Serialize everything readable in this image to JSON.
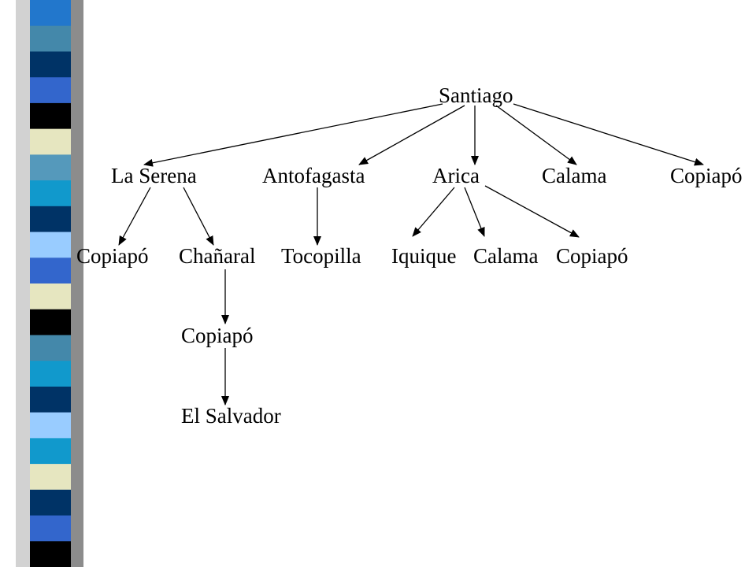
{
  "colors": {
    "text": "#000000",
    "edge": "#000000",
    "band_stripes": [
      "#2277cc",
      "#4488aa",
      "#003366",
      "#3366cc",
      "#000000",
      "#e6e6c0",
      "#5599bb",
      "#1199cc",
      "#003366",
      "#99ccff",
      "#3366cc",
      "#e6e6c0",
      "#000000",
      "#4488aa",
      "#1199cc",
      "#003366",
      "#99ccff",
      "#1199cc",
      "#e6e6c0",
      "#003366",
      "#3366cc",
      "#000000"
    ]
  },
  "diagram": {
    "nodes": [
      {
        "id": "santiago",
        "label": "Santiago"
      },
      {
        "id": "la-serena",
        "label": "La Serena"
      },
      {
        "id": "antofagasta",
        "label": "Antofagasta"
      },
      {
        "id": "arica",
        "label": "Arica"
      },
      {
        "id": "calama-1",
        "label": "Calama"
      },
      {
        "id": "copiapo-1",
        "label": "Copiapó"
      },
      {
        "id": "copiapo-2",
        "label": "Copiapó"
      },
      {
        "id": "chanaral",
        "label": "Chañaral"
      },
      {
        "id": "tocopilla",
        "label": "Tocopilla"
      },
      {
        "id": "iquique",
        "label": "Iquique"
      },
      {
        "id": "calama-2",
        "label": "Calama"
      },
      {
        "id": "copiapo-3",
        "label": "Copiapó"
      },
      {
        "id": "copiapo-4",
        "label": "Copiapó"
      },
      {
        "id": "el-salvador",
        "label": "El Salvador"
      }
    ],
    "edges": [
      {
        "from": "santiago",
        "to": "la-serena"
      },
      {
        "from": "santiago",
        "to": "antofagasta"
      },
      {
        "from": "santiago",
        "to": "arica"
      },
      {
        "from": "santiago",
        "to": "calama-1"
      },
      {
        "from": "santiago",
        "to": "copiapo-1"
      },
      {
        "from": "la-serena",
        "to": "copiapo-2"
      },
      {
        "from": "la-serena",
        "to": "chanaral"
      },
      {
        "from": "antofagasta",
        "to": "tocopilla"
      },
      {
        "from": "arica",
        "to": "iquique"
      },
      {
        "from": "arica",
        "to": "calama-2"
      },
      {
        "from": "arica",
        "to": "copiapo-3"
      },
      {
        "from": "chanaral",
        "to": "copiapo-4"
      },
      {
        "from": "copiapo-4",
        "to": "el-salvador"
      }
    ]
  }
}
